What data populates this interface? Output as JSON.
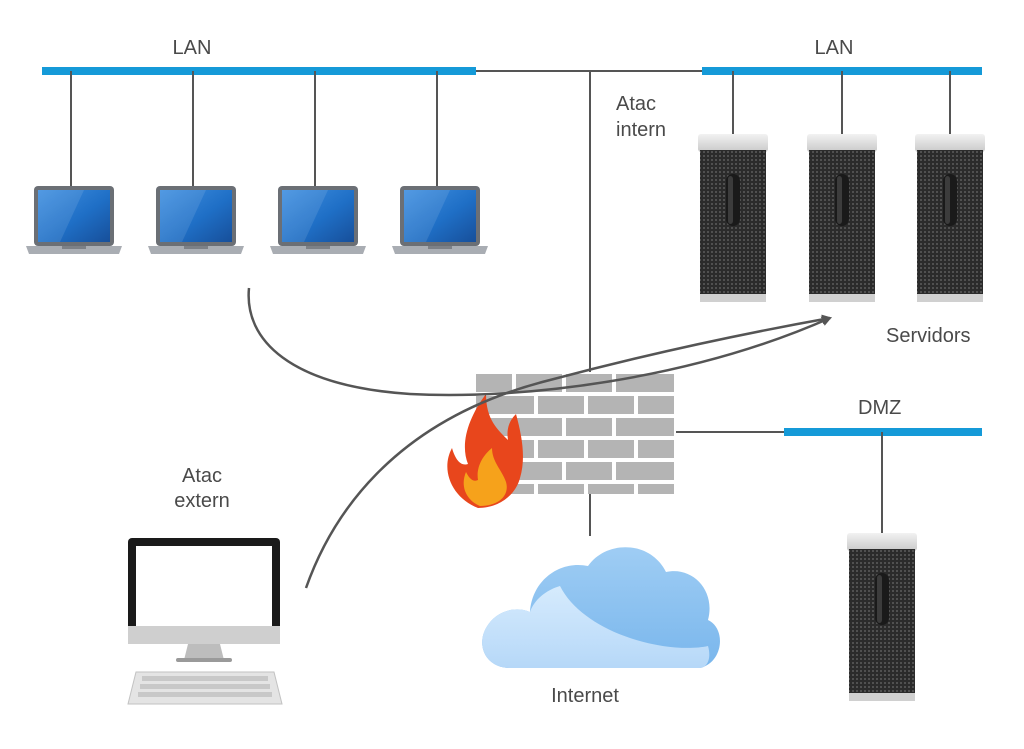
{
  "labels": {
    "lan_left": "LAN",
    "lan_right": "LAN",
    "attack_internal_line1": "Atac",
    "attack_internal_line2": "intern",
    "servers": "Servidors",
    "dmz": "DMZ",
    "attack_external_line1": "Atac",
    "attack_external_line2": "extern",
    "internet": "Internet"
  },
  "colors": {
    "network_bus": "#159ad8",
    "connector": "#555555",
    "arrow": "#555555",
    "brick": "#b4b4b4",
    "mortar": "#ffffff",
    "flame_outer": "#e8461c",
    "flame_inner": "#f6a21b",
    "cloud_light": "#c6e2fb",
    "cloud_dark": "#8cc1ef",
    "laptop_screen": "#1f6fc6",
    "laptop_body": "#8a8e94",
    "server_body": "#2a2a2a",
    "server_top": "#dedede"
  },
  "icons": {
    "laptop": "laptop-icon",
    "server": "server-tower-icon",
    "firewall": "firewall-icon",
    "cloud": "cloud-icon",
    "desktop": "desktop-computer-icon",
    "keyboard": "keyboard-icon"
  }
}
